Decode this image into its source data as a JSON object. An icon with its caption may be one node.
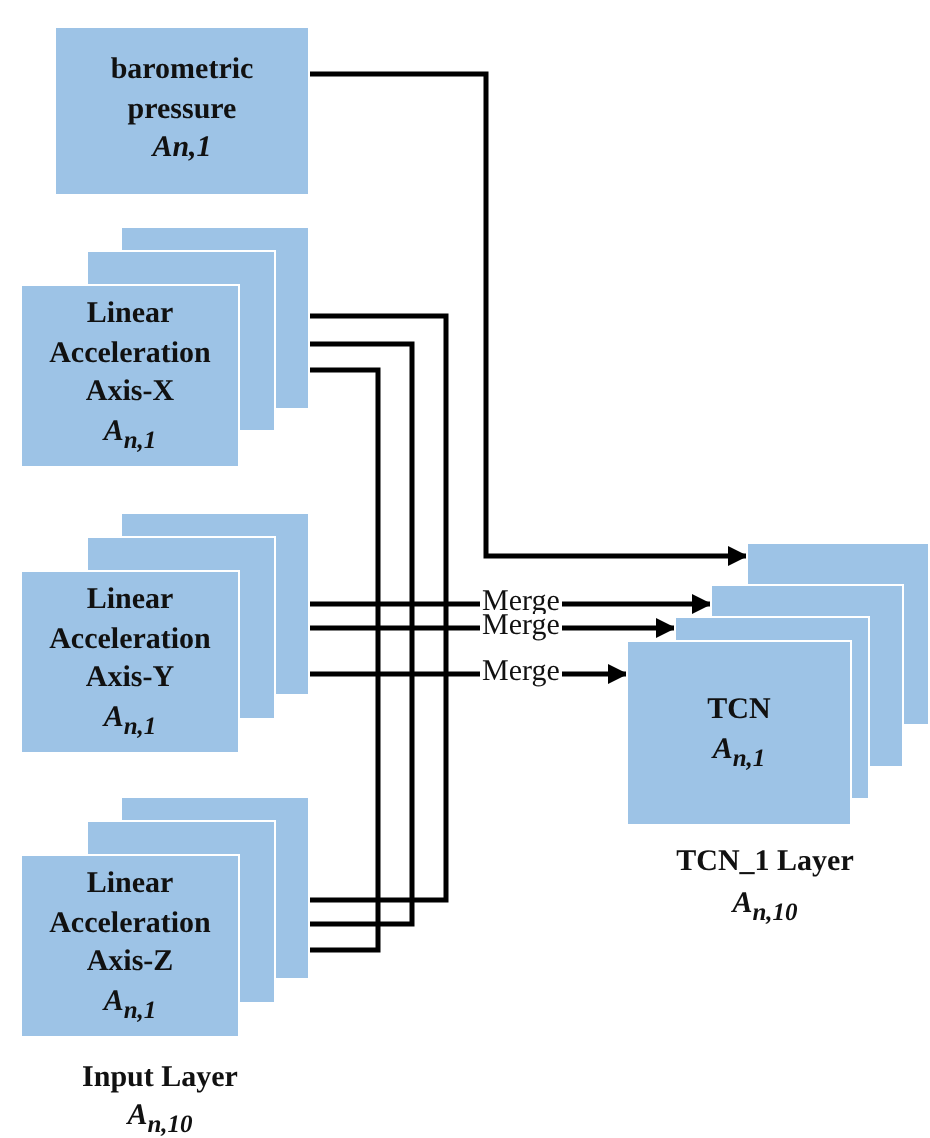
{
  "diagram": {
    "nodes": [
      {
        "text": [
          "barometric pressure",
          "An,1"
        ]
      },
      {
        "text": [
          "Linear Acceleration Axis-X",
          "A$_{n,1}$"
        ]
      },
      {
        "text": [
          "Linear Acceleration Axis-Y",
          "A$_{n,1}$"
        ]
      },
      {
        "text": [
          "Linear Acceleration Axis-Z",
          "A$_{n,1}$"
        ]
      },
      {
        "text": [
          "TCN",
          "A$_{n,1}$"
        ]
      }
    ],
    "edges": [
      {
        "from": 0,
        "to": 4,
        "arrow": "to"
      },
      {
        "from": 1,
        "to": 3,
        "arrow": "none"
      },
      {
        "from": 1,
        "to": 3,
        "arrow": "none"
      },
      {
        "from": 1,
        "to": 3,
        "arrow": "none"
      },
      {
        "from": 2,
        "to": 4,
        "label": "Merge",
        "arrow": "to"
      },
      {
        "from": 2,
        "to": 4,
        "label": "Merge",
        "arrow": "to"
      },
      {
        "from": 2,
        "to": 4,
        "label": "Merge",
        "arrow": "to"
      }
    ],
    "labels": [
      "Input Layer",
      "A$_{n,10}$",
      "TCN_1 Layer",
      "A$_{n,10}$"
    ]
  }
}
